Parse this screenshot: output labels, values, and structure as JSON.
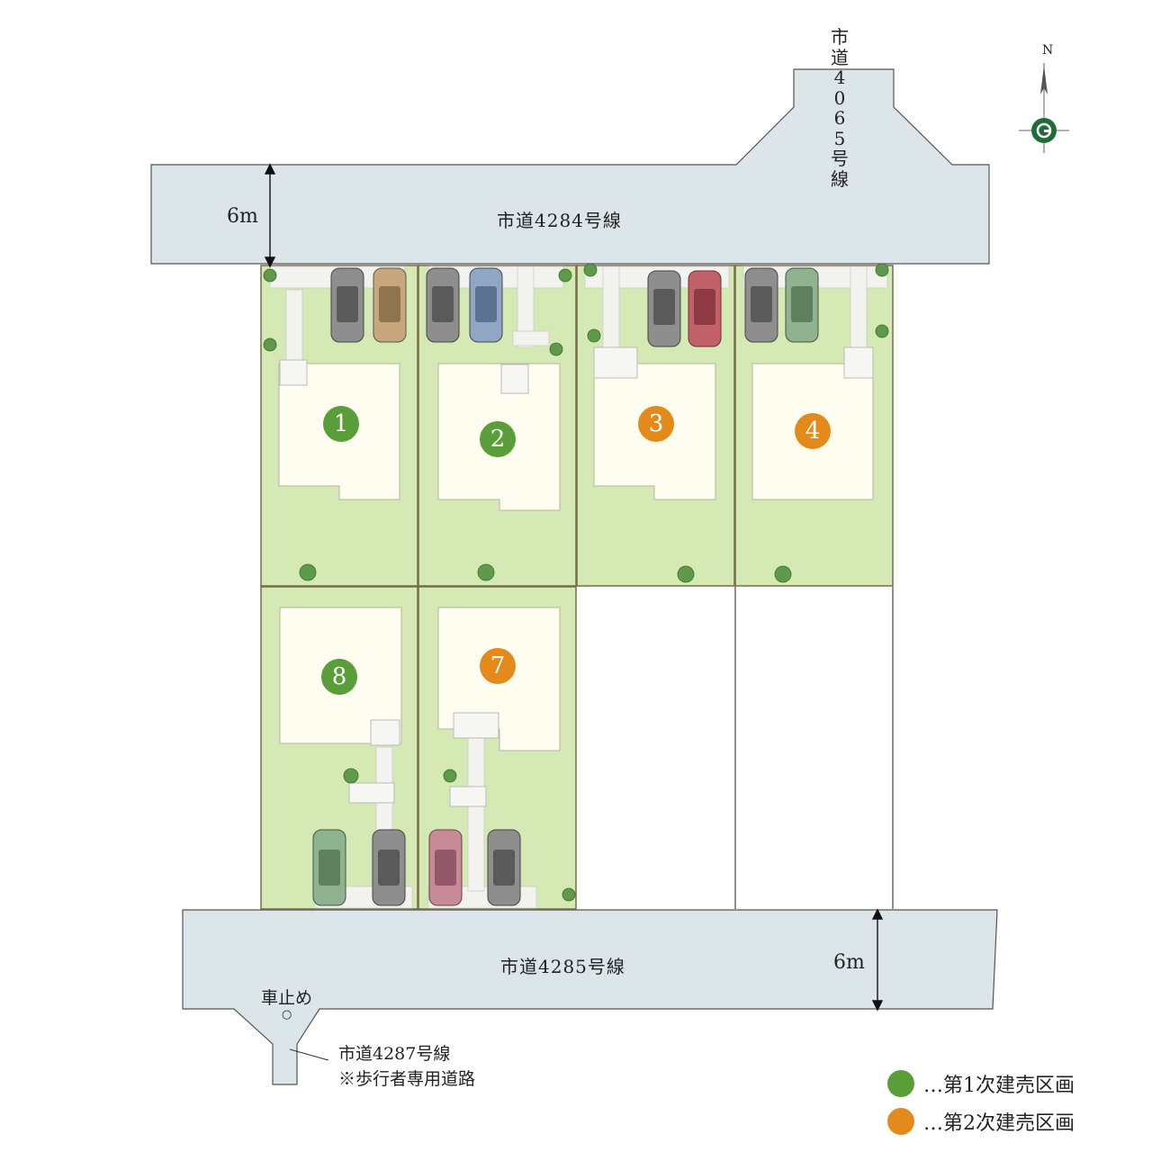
{
  "roads": {
    "north": {
      "name": "市道4284号線",
      "width": "6m"
    },
    "south": {
      "name": "市道4285号線",
      "width": "6m"
    },
    "northeast": {
      "name_chars": [
        "市",
        "道",
        "4",
        "0",
        "6",
        "5",
        "号",
        "線"
      ]
    },
    "pedestrian": {
      "name": "市道4287号線",
      "note": "※歩行者専用道路",
      "bollard_label": "車止め",
      "bollard_mark": "○"
    }
  },
  "lots": [
    {
      "number": "1",
      "phase": 1
    },
    {
      "number": "2",
      "phase": 1
    },
    {
      "number": "3",
      "phase": 2
    },
    {
      "number": "4",
      "phase": 2
    },
    {
      "number": "8",
      "phase": 1
    },
    {
      "number": "7",
      "phase": 2
    }
  ],
  "legend": [
    {
      "label": "…第1次建売区画",
      "color": "#5a9e3a"
    },
    {
      "label": "…第2次建売区画",
      "color": "#e48a1a"
    }
  ],
  "compass": {
    "label": "N"
  },
  "colors": {
    "road": "#dce6ea",
    "lot": "#d4e9b4",
    "house": "#fffdf0",
    "phase1": "#5a9e3a",
    "phase2": "#e48a1a"
  }
}
